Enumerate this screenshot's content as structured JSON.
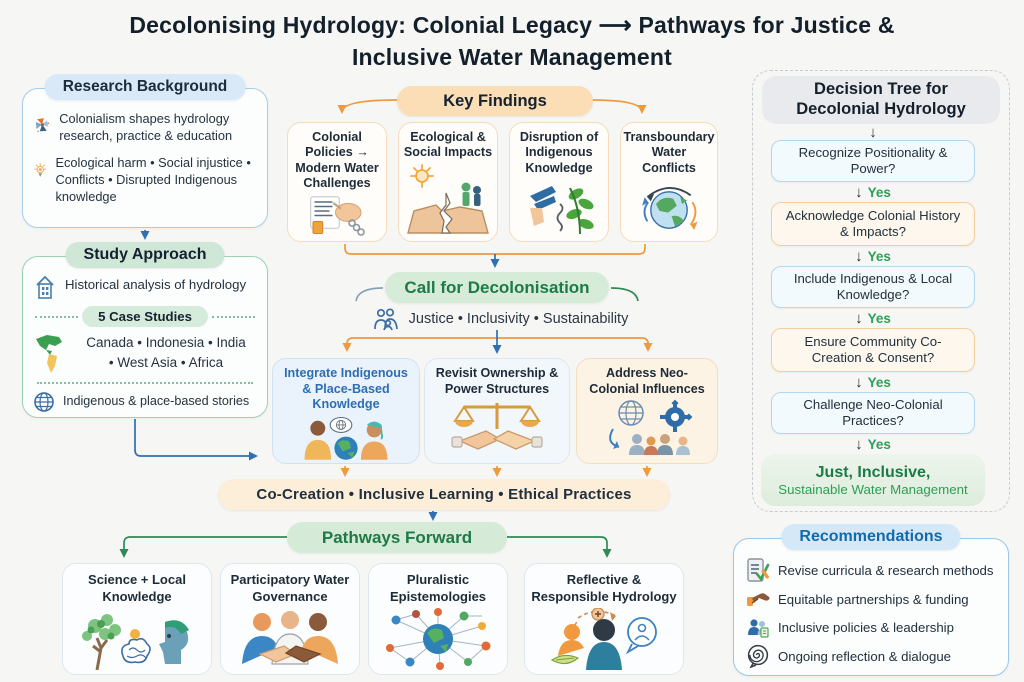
{
  "title": {
    "line1": "Decolonising Hydrology: Colonial Legacy ⟶  Pathways for Justice &",
    "line2": "Inclusive Water Management"
  },
  "research_background": {
    "header": "Research Background",
    "item1": "Colonialism shapes hydrology research, practice & education",
    "item2": "Ecological harm • Social injustice • Conflicts • Disrupted Indigenous knowledge"
  },
  "study_approach": {
    "header": "Study Approach",
    "historical": "Historical analysis of hydrology",
    "case_studies_label": "5 Case Studies",
    "case_studies_line1": "Canada • Indonesia • India",
    "case_studies_line2": "• West Asia • Africa",
    "stories": "Indigenous & place-based stories"
  },
  "key_findings": {
    "header": "Key Findings",
    "boxes": [
      {
        "title": "Colonial Policies → Modern Water Challenges",
        "icon": "document-chain-icon"
      },
      {
        "title": "Ecological & Social Impacts",
        "icon": "cracked-earth-icon"
      },
      {
        "title": "Disruption of Indigenous Knowledge",
        "icon": "indigenous-knowledge-icon"
      },
      {
        "title": "Transboundary Water Conflicts",
        "icon": "globe-conflict-icon"
      }
    ]
  },
  "call_for_decolonisation": {
    "header": "Call for Decolonisation",
    "values": "Justice • Inclusivity • Sustainability"
  },
  "action_boxes": [
    {
      "title": "Integrate Indigenous & Place-Based Knowledge",
      "icon": "people-globe-icon"
    },
    {
      "title": "Revisit Ownership & Power Structures",
      "icon": "scales-handshake-icon"
    },
    {
      "title": "Address Neo-Colonial Influences",
      "icon": "globe-gear-icon"
    }
  ],
  "principles_bar": "Co-Creation  •  Inclusive Learning  •  Ethical Practices",
  "pathways_forward": {
    "header": "Pathways Forward",
    "boxes": [
      {
        "title": "Science + Local Knowledge",
        "icon": "tree-brain-icon"
      },
      {
        "title": "Participatory Water Governance",
        "icon": "handshake-people-icon"
      },
      {
        "title": "Pluralistic Epistemologies",
        "icon": "network-globe-icon"
      },
      {
        "title": "Reflective & Responsible Hydrology",
        "icon": "reflection-dialogue-icon"
      }
    ]
  },
  "decision_tree": {
    "header": "Decision Tree for Decolonial Hydrology",
    "steps": [
      "Recognize Positionality & Power?",
      "Acknowledge Colonial History & Impacts?",
      "Include Indigenous & Local Knowledge?",
      "Ensure Community Co-Creation & Consent?",
      "Challenge Neo-Colonial Practices?"
    ],
    "yes_label": "Yes",
    "down_arrow": "↓",
    "outcome_line1": "Just, Inclusive,",
    "outcome_line2": "Sustainable Water Management"
  },
  "recommendations": {
    "header": "Recommendations",
    "items": [
      {
        "text": "Revise curricula & research methods",
        "icon": "checklist-icon"
      },
      {
        "text": "Equitable partnerships & funding",
        "icon": "partnership-hand-icon"
      },
      {
        "text": "Inclusive policies & leadership",
        "icon": "inclusive-policy-icon"
      },
      {
        "text": "Ongoing reflection & dialogue",
        "icon": "spiral-dialogue-icon"
      }
    ]
  },
  "colors": {
    "blue_arrow": "#2e6fb5",
    "orange_arrow": "#f0993e",
    "green_arrow": "#2e8b57",
    "green_heading": "#1e7a46",
    "yes_green": "#2aa05c",
    "integrate_blue": "#2d6db5",
    "recommendations_blue": "#1469a8",
    "header_blue_bg": "#d9e9f7",
    "header_green_bg": "#cfe7d7",
    "header_peach_bg": "#fbddb6"
  }
}
